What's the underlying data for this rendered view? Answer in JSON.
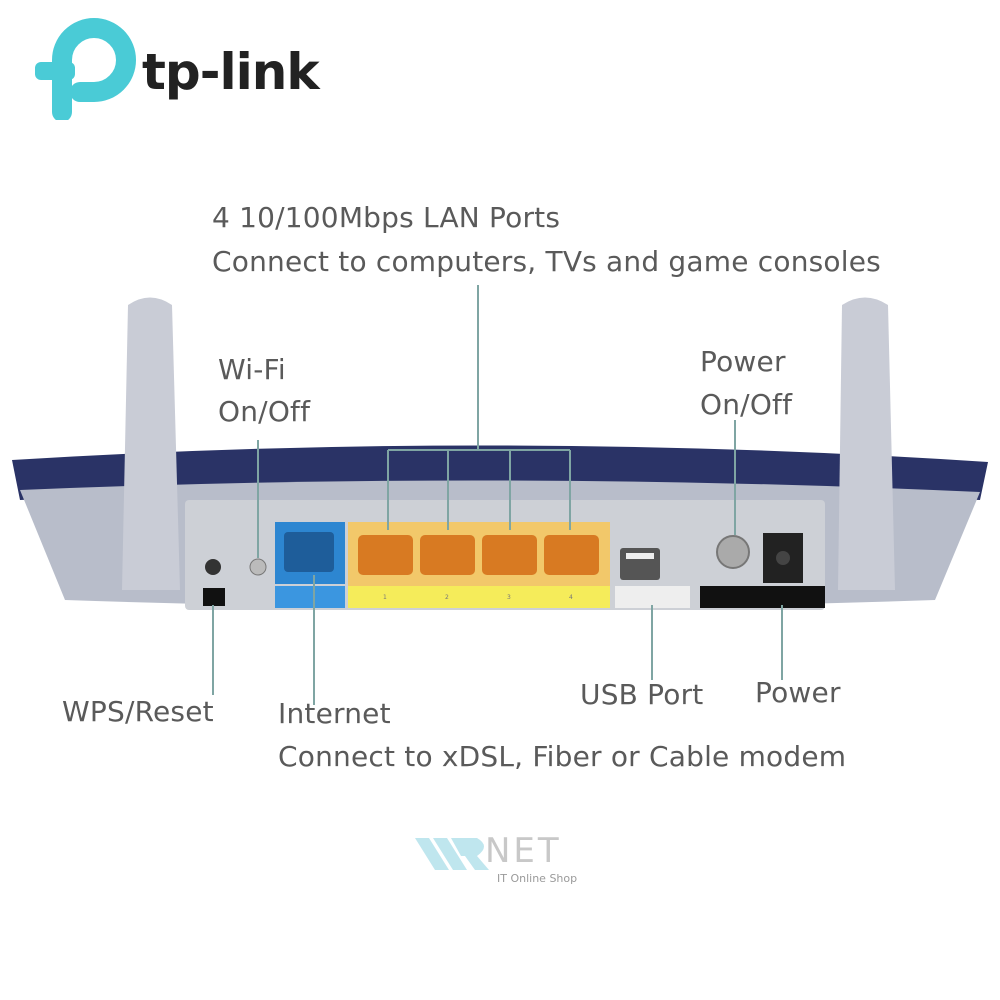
{
  "brand": {
    "logo_text": "tp-link",
    "color": "#4acbd6"
  },
  "callouts": {
    "lan_title": "4 10/100Mbps LAN Ports",
    "lan_desc": "Connect to computers, TVs and game consoles",
    "wifi_line1": "Wi-Fi",
    "wifi_line2": "On/Off",
    "power_switch_line1": "Power",
    "power_switch_line2": "On/Off",
    "wps": "WPS/Reset",
    "internet_title": "Internet",
    "internet_desc": "Connect to xDSL, Fiber or Cable modem",
    "usb": "USB Port",
    "power": "Power"
  },
  "port_labels": [
    "1",
    "2",
    "3",
    "4"
  ],
  "watermark": {
    "word": "NET",
    "tagline": "IT Online Shop"
  },
  "colors": {
    "router_top": "#2a3366",
    "panel": "#c9ccd4",
    "lan": "#f2c86a",
    "lan_strip": "#f5ec5a",
    "wan": "#2d86d1",
    "leader": "#7fa5a3"
  }
}
